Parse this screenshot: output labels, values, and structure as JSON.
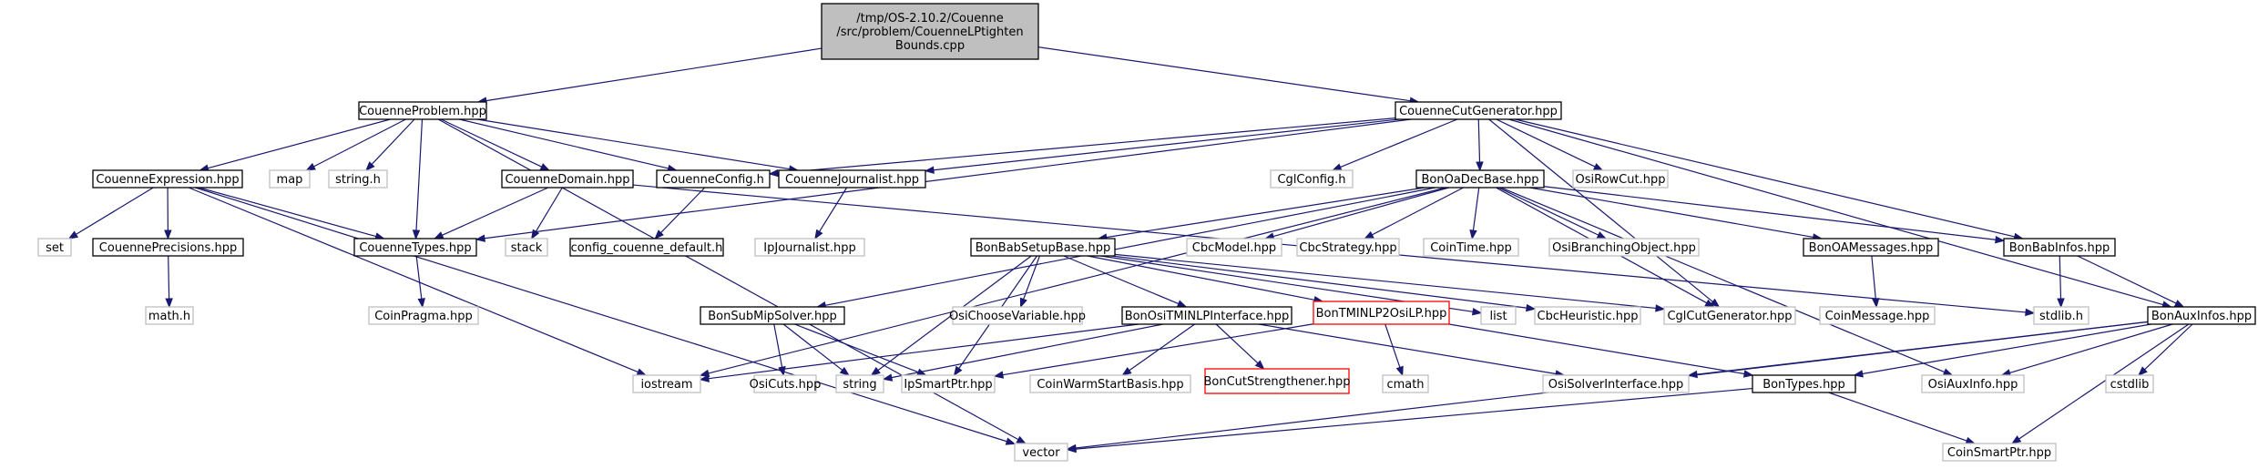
{
  "graph": {
    "title": "",
    "colors": {
      "edge": "#191970",
      "border_default": "#000000",
      "border_external": "#bfbfbf",
      "border_missing": "#ff0000",
      "fill_root": "#bfbfbf",
      "fill_default": "#ffffff"
    },
    "nodes": [
      {
        "id": "root",
        "lines": [
          "/tmp/OS-2.10.2/Couenne",
          "/src/problem/CouenneLPtighten",
          "Bounds.cpp"
        ],
        "style": "root"
      },
      {
        "id": "couenneproblem",
        "lines": [
          "CouenneProblem.hpp"
        ],
        "style": "default"
      },
      {
        "id": "couennecutgenerator",
        "lines": [
          "CouenneCutGenerator.hpp"
        ],
        "style": "default"
      },
      {
        "id": "couenneexpression",
        "lines": [
          "CouenneExpression.hpp"
        ],
        "style": "default"
      },
      {
        "id": "map",
        "lines": [
          "map"
        ],
        "style": "external"
      },
      {
        "id": "stringh",
        "lines": [
          "string.h"
        ],
        "style": "external"
      },
      {
        "id": "couennedomain",
        "lines": [
          "CouenneDomain.hpp"
        ],
        "style": "default"
      },
      {
        "id": "couenneconfig",
        "lines": [
          "CouenneConfig.h"
        ],
        "style": "default"
      },
      {
        "id": "couennejournalist",
        "lines": [
          "CouenneJournalist.hpp"
        ],
        "style": "default"
      },
      {
        "id": "cglconfig",
        "lines": [
          "CglConfig.h"
        ],
        "style": "external"
      },
      {
        "id": "bonoadecbase",
        "lines": [
          "BonOaDecBase.hpp"
        ],
        "style": "default"
      },
      {
        "id": "osirowcut",
        "lines": [
          "OsiRowCut.hpp"
        ],
        "style": "external"
      },
      {
        "id": "set",
        "lines": [
          "set"
        ],
        "style": "external"
      },
      {
        "id": "couenneprecisions",
        "lines": [
          "CouennePrecisions.hpp"
        ],
        "style": "default"
      },
      {
        "id": "couennetypes",
        "lines": [
          "CouenneTypes.hpp"
        ],
        "style": "default"
      },
      {
        "id": "stack",
        "lines": [
          "stack"
        ],
        "style": "external"
      },
      {
        "id": "configdefault",
        "lines": [
          "config_couenne_default.h"
        ],
        "style": "default"
      },
      {
        "id": "ipjournalist",
        "lines": [
          "IpJournalist.hpp"
        ],
        "style": "external"
      },
      {
        "id": "bonbabsetupbase",
        "lines": [
          "BonBabSetupBase.hpp"
        ],
        "style": "default"
      },
      {
        "id": "cbcmodel",
        "lines": [
          "CbcModel.hpp"
        ],
        "style": "external"
      },
      {
        "id": "cbcstrategy",
        "lines": [
          "CbcStrategy.hpp"
        ],
        "style": "external"
      },
      {
        "id": "cointime",
        "lines": [
          "CoinTime.hpp"
        ],
        "style": "external"
      },
      {
        "id": "osibranchingobject",
        "lines": [
          "OsiBranchingObject.hpp"
        ],
        "style": "external"
      },
      {
        "id": "bonoamessages",
        "lines": [
          "BonOAMessages.hpp"
        ],
        "style": "default"
      },
      {
        "id": "bonbabinfos",
        "lines": [
          "BonBabInfos.hpp"
        ],
        "style": "default"
      },
      {
        "id": "mathh",
        "lines": [
          "math.h"
        ],
        "style": "external"
      },
      {
        "id": "coinpragma",
        "lines": [
          "CoinPragma.hpp"
        ],
        "style": "external"
      },
      {
        "id": "bonsubmipsolver",
        "lines": [
          "BonSubMipSolver.hpp"
        ],
        "style": "default"
      },
      {
        "id": "osichoosevariable",
        "lines": [
          "OsiChooseVariable.hpp"
        ],
        "style": "external"
      },
      {
        "id": "bonositminlp",
        "lines": [
          "BonOsiTMINLPInterface.hpp"
        ],
        "style": "default"
      },
      {
        "id": "bontminlp2osilp",
        "lines": [
          "BonTMINLP2OsiLP.hpp"
        ],
        "style": "missing"
      },
      {
        "id": "list",
        "lines": [
          "list"
        ],
        "style": "external"
      },
      {
        "id": "cbcheuristic",
        "lines": [
          "CbcHeuristic.hpp"
        ],
        "style": "external"
      },
      {
        "id": "cglcutgenerator",
        "lines": [
          "CglCutGenerator.hpp"
        ],
        "style": "external"
      },
      {
        "id": "coinmessage",
        "lines": [
          "CoinMessage.hpp"
        ],
        "style": "external"
      },
      {
        "id": "stdlibh",
        "lines": [
          "stdlib.h"
        ],
        "style": "external"
      },
      {
        "id": "bonauxinfos",
        "lines": [
          "BonAuxInfos.hpp"
        ],
        "style": "default"
      },
      {
        "id": "iostream",
        "lines": [
          "iostream"
        ],
        "style": "external"
      },
      {
        "id": "osicuts",
        "lines": [
          "OsiCuts.hpp"
        ],
        "style": "external"
      },
      {
        "id": "string",
        "lines": [
          "string"
        ],
        "style": "external"
      },
      {
        "id": "ipsmartptr",
        "lines": [
          "IpSmartPtr.hpp"
        ],
        "style": "external"
      },
      {
        "id": "coinwarmstart",
        "lines": [
          "CoinWarmStartBasis.hpp"
        ],
        "style": "external"
      },
      {
        "id": "boncutstrengthener",
        "lines": [
          "BonCutStrengthener.hpp"
        ],
        "style": "missing"
      },
      {
        "id": "cmath",
        "lines": [
          "cmath"
        ],
        "style": "external"
      },
      {
        "id": "osisolverinterface",
        "lines": [
          "OsiSolverInterface.hpp"
        ],
        "style": "external"
      },
      {
        "id": "bontypes",
        "lines": [
          "BonTypes.hpp"
        ],
        "style": "default"
      },
      {
        "id": "osiauxinfo",
        "lines": [
          "OsiAuxInfo.hpp"
        ],
        "style": "external"
      },
      {
        "id": "cstdlib",
        "lines": [
          "cstdlib"
        ],
        "style": "external"
      },
      {
        "id": "vector",
        "lines": [
          "vector"
        ],
        "style": "external"
      },
      {
        "id": "coinsmartptr",
        "lines": [
          "CoinSmartPtr.hpp"
        ],
        "style": "external"
      }
    ],
    "edges": [
      [
        "root",
        "couenneproblem"
      ],
      [
        "root",
        "couennecutgenerator"
      ],
      [
        "couenneproblem",
        "couenneexpression"
      ],
      [
        "couenneproblem",
        "map"
      ],
      [
        "couenneproblem",
        "stringh"
      ],
      [
        "couenneproblem",
        "couennetypes"
      ],
      [
        "couenneproblem",
        "couennedomain"
      ],
      [
        "couenneproblem",
        "couenneconfig"
      ],
      [
        "couenneproblem",
        "couennejournalist"
      ],
      [
        "couenneproblem",
        "vector"
      ],
      [
        "couennecutgenerator",
        "couennetypes"
      ],
      [
        "couennecutgenerator",
        "couenneconfig"
      ],
      [
        "couennecutgenerator",
        "couennejournalist"
      ],
      [
        "couennecutgenerator",
        "cglconfig"
      ],
      [
        "couennecutgenerator",
        "bonoadecbase"
      ],
      [
        "couennecutgenerator",
        "osirowcut"
      ],
      [
        "couennecutgenerator",
        "cglcutgenerator"
      ],
      [
        "couennecutgenerator",
        "bonbabinfos"
      ],
      [
        "couennecutgenerator",
        "bonauxinfos"
      ],
      [
        "couenneexpression",
        "set"
      ],
      [
        "couenneexpression",
        "couenneprecisions"
      ],
      [
        "couenneexpression",
        "couennetypes"
      ],
      [
        "couenneexpression",
        "iostream"
      ],
      [
        "couenneexpression",
        "vector"
      ],
      [
        "couenneprecisions",
        "mathh"
      ],
      [
        "couennetypes",
        "coinpragma"
      ],
      [
        "couennedomain",
        "couennetypes"
      ],
      [
        "couennedomain",
        "stack"
      ],
      [
        "couennedomain",
        "stdlibh"
      ],
      [
        "couenneconfig",
        "configdefault"
      ],
      [
        "couennejournalist",
        "ipjournalist"
      ],
      [
        "bonoadecbase",
        "bonbabsetupbase"
      ],
      [
        "bonoadecbase",
        "cbcmodel"
      ],
      [
        "bonoadecbase",
        "cbcstrategy"
      ],
      [
        "bonoadecbase",
        "cointime"
      ],
      [
        "bonoadecbase",
        "osibranchingobject"
      ],
      [
        "bonoadecbase",
        "bonoamessages"
      ],
      [
        "bonoadecbase",
        "bonbabinfos"
      ],
      [
        "bonoadecbase",
        "iostream"
      ],
      [
        "bonoadecbase",
        "bonsubmipsolver"
      ],
      [
        "bonoadecbase",
        "cglcutgenerator"
      ],
      [
        "bonoadecbase",
        "osiauxinfo"
      ],
      [
        "bonbabsetupbase",
        "osichoosevariable"
      ],
      [
        "bonbabsetupbase",
        "bonositminlp"
      ],
      [
        "bonbabsetupbase",
        "bontminlp2osilp"
      ],
      [
        "bonbabsetupbase",
        "list"
      ],
      [
        "bonbabsetupbase",
        "cbcheuristic"
      ],
      [
        "bonbabsetupbase",
        "cglcutgenerator"
      ],
      [
        "bonbabsetupbase",
        "string"
      ],
      [
        "bonbabsetupbase",
        "ipsmartptr"
      ],
      [
        "bonoamessages",
        "coinmessage"
      ],
      [
        "bonbabinfos",
        "stdlibh"
      ],
      [
        "bonbabinfos",
        "bonauxinfos"
      ],
      [
        "bonsubmipsolver",
        "osicuts"
      ],
      [
        "bonsubmipsolver",
        "string"
      ],
      [
        "bonsubmipsolver",
        "ipsmartptr"
      ],
      [
        "bonositminlp",
        "iostream"
      ],
      [
        "bonositminlp",
        "string"
      ],
      [
        "bonositminlp",
        "coinwarmstart"
      ],
      [
        "bonositminlp",
        "boncutstrengthener"
      ],
      [
        "bonositminlp",
        "osisolverinterface"
      ],
      [
        "bontminlp2osilp",
        "cmath"
      ],
      [
        "bontminlp2osilp",
        "ipsmartptr"
      ],
      [
        "bontminlp2osilp",
        "bontypes"
      ],
      [
        "bonauxinfos",
        "osisolverinterface"
      ],
      [
        "bonauxinfos",
        "bontypes"
      ],
      [
        "bonauxinfos",
        "osiauxinfo"
      ],
      [
        "bonauxinfos",
        "cstdlib"
      ],
      [
        "bonauxinfos",
        "vector"
      ],
      [
        "bonauxinfos",
        "coinsmartptr"
      ],
      [
        "bontypes",
        "vector"
      ],
      [
        "bontypes",
        "coinsmartptr"
      ]
    ]
  }
}
